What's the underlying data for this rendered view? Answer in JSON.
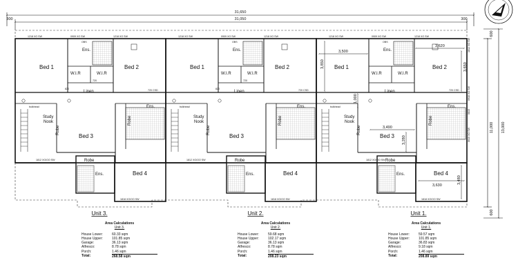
{
  "overall": {
    "total_width": "31,650",
    "inner_width": "31,050",
    "setback_left": "300",
    "setback_right": "300",
    "total_depth": "13,000",
    "depth_inner": "11,000",
    "setback_top": "600",
    "setback_bottom": "600"
  },
  "labels": {
    "window_top_left": "1218 XO SW",
    "window_top_mid": "0909 XO SW",
    "window_top_small": "OBS",
    "window_top_right": "1218 XO SW",
    "window_bottom_mid": "1812 XO/OO SW",
    "window_bottom_right": "1818 XO/OO SW",
    "window_side_1": "1812 XO SW",
    "window_side_2": "0918 XO SW",
    "window_side_3": "0610 XO SW",
    "window_side_4": "0815",
    "robe_dim": "720",
    "hall_dim": "820",
    "linen_cupboard": "720 CSD",
    "bulkhead": "bulkhead"
  },
  "rooms": {
    "bed1": "Bed 1",
    "bed2": "Bed 2",
    "bed3": "Bed 3",
    "bed4": "Bed 4",
    "ens": "Ens.",
    "wir": "W.I.R",
    "linen": "Linen",
    "study_line1": "Study",
    "study_line2": "Nook",
    "robe": "Robe"
  },
  "unit1_dims": {
    "bed1_w": "3,500",
    "bed2_w": "3,620",
    "bed1_h": "3,850",
    "bed2_h": "3,650",
    "bed3_w": "3,490",
    "bed3_h": "3,280",
    "bed4_w": "3,630",
    "bed4_h": "3,480",
    "study_h": "1,000"
  },
  "units": [
    {
      "title": "Unit 3.",
      "heading": "Area Calculations",
      "subheading": "Unit 3.",
      "rows": [
        {
          "k": "House Lower:",
          "v": "60.33 sqm"
        },
        {
          "k": "House Upper:",
          "v": "101.85 sqm"
        },
        {
          "k": "Garage:",
          "v": "36.13 sqm"
        },
        {
          "k": "Alfresco:",
          "v": "8.78 sqm"
        },
        {
          "k": "Porch:",
          "v": "1.46 sqm"
        }
      ],
      "total": {
        "k": "Total:",
        "v": "268.58 sqm"
      }
    },
    {
      "title": "Unit 2.",
      "heading": "Area Calculations",
      "subheading": "Unit 2.",
      "rows": [
        {
          "k": "House Lower:",
          "v": "59.68 sqm"
        },
        {
          "k": "House Upper:",
          "v": "102.17 sqm"
        },
        {
          "k": "Garage:",
          "v": "36.13 sqm"
        },
        {
          "k": "Alfresco:",
          "v": "8.78 sqm"
        },
        {
          "k": "Porch:",
          "v": "1.46 sqm"
        }
      ],
      "total": {
        "k": "Total:",
        "v": "208.23 sqm"
      }
    },
    {
      "title": "Unit 1.",
      "heading": "Area Calculations",
      "subheading": "Unit 1.",
      "rows": [
        {
          "k": "House Lower:",
          "v": "59.57 sqm"
        },
        {
          "k": "House Upper:",
          "v": "101.85 sqm"
        },
        {
          "k": "Garage:",
          "v": "36.83 sqm"
        },
        {
          "k": "Alfresco:",
          "v": "9.18 sqm"
        },
        {
          "k": "Porch:",
          "v": "1.46 sqm"
        }
      ],
      "total": {
        "k": "Total:",
        "v": "208.89 sqm"
      }
    }
  ]
}
